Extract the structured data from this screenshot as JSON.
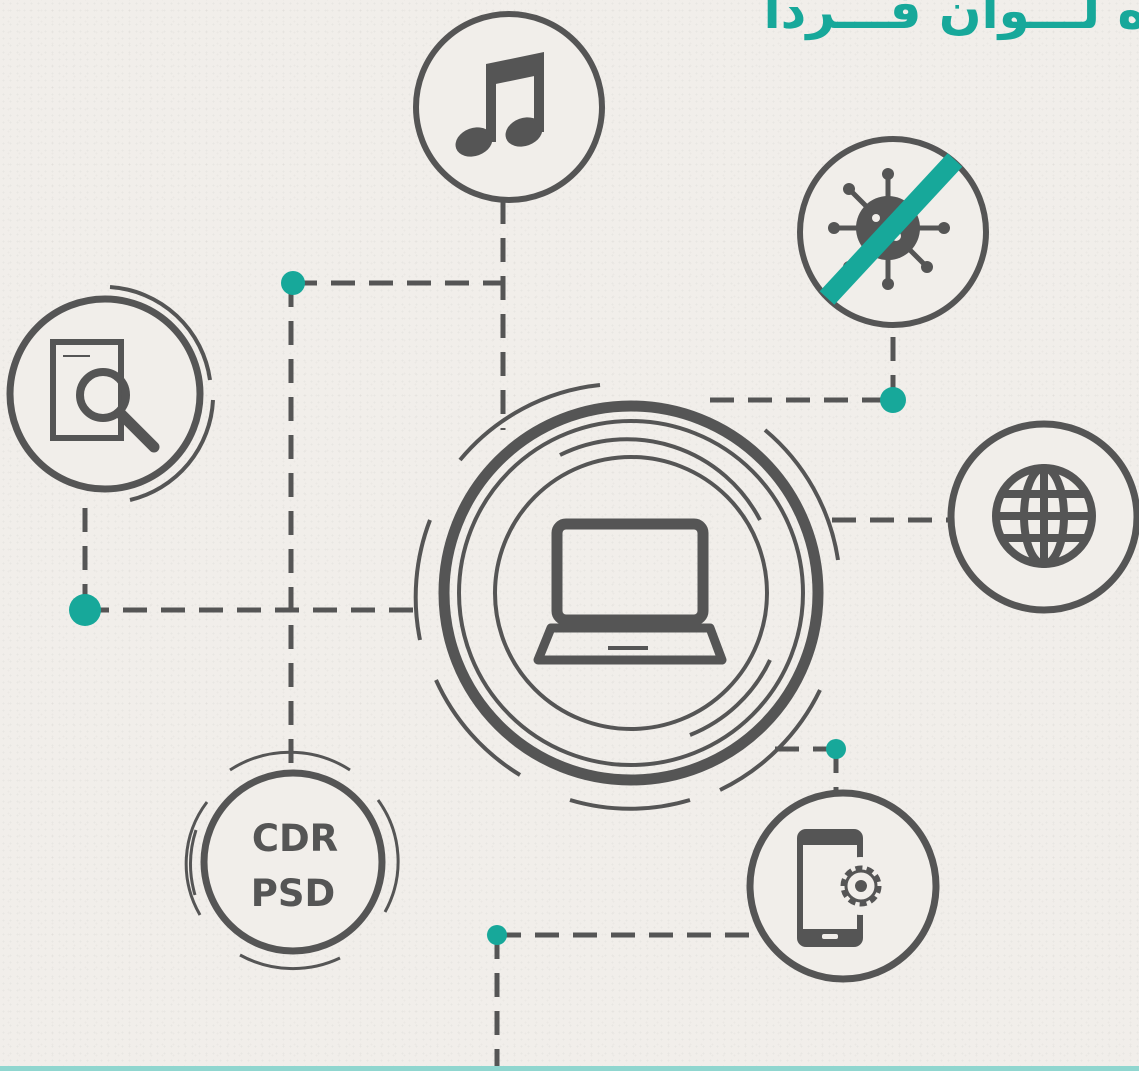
{
  "header": {
    "title": "ه لـــوان فـــردا"
  },
  "center": {
    "icon": "laptop-icon"
  },
  "nodes": [
    {
      "icon": "music-note-icon"
    },
    {
      "icon": "no-virus-icon"
    },
    {
      "icon": "globe-icon"
    },
    {
      "icon": "phone-settings-icon"
    },
    {
      "icon": "document-search-icon"
    },
    {
      "icon": "file-format-badge",
      "lines": [
        "CDR",
        "PSD"
      ]
    }
  ],
  "colors": {
    "stroke": "#555555",
    "accent": "#17a89a",
    "background": "#f1eeea"
  }
}
